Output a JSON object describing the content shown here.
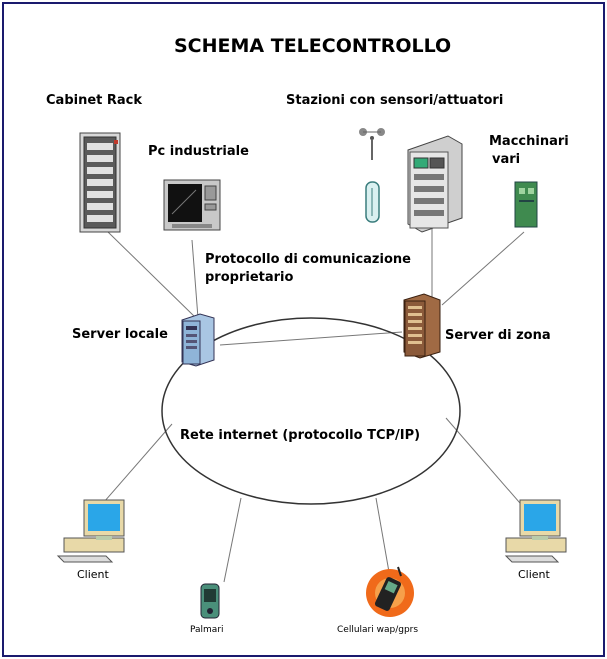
{
  "title": "SCHEMA TELECONTROLLO",
  "labels": {
    "cabinet_rack": "Cabinet Rack",
    "stazioni": "Stazioni con sensori/attuatori",
    "pc_industriale": "Pc industriale",
    "macchinari_line1": "Macchinari",
    "macchinari_line2": "vari",
    "protocollo_line1": "Protocollo di comunicazione",
    "protocollo_line2": "proprietario",
    "server_locale": "Server locale",
    "server_zona": "Server di zona",
    "rete": "Rete internet (protocollo TCP/IP)",
    "client_left": "Client",
    "client_right": "Client",
    "palmari": "Palmari",
    "cellulari": "Cellulari wap/gprs"
  },
  "colors": {
    "border": "#1a1a6e",
    "line": "#777777",
    "server_blue": "#8fb4d8",
    "server_brown": "#8b5a3a",
    "screen_blue": "#2aa6e8",
    "monitor_beige": "#e8d9a8",
    "machine_green": "#3f8a4f",
    "phone_orange": "#f06a1a"
  },
  "icons": [
    "cabinet-rack-icon",
    "pc-industriale-icon",
    "anemometer-icon",
    "sensor-capsule-icon",
    "station-cabinet-icon",
    "macchinari-icon",
    "server-locale-icon",
    "server-zona-icon",
    "client-left-icon",
    "client-right-icon",
    "palmari-icon",
    "cellulari-icon"
  ]
}
